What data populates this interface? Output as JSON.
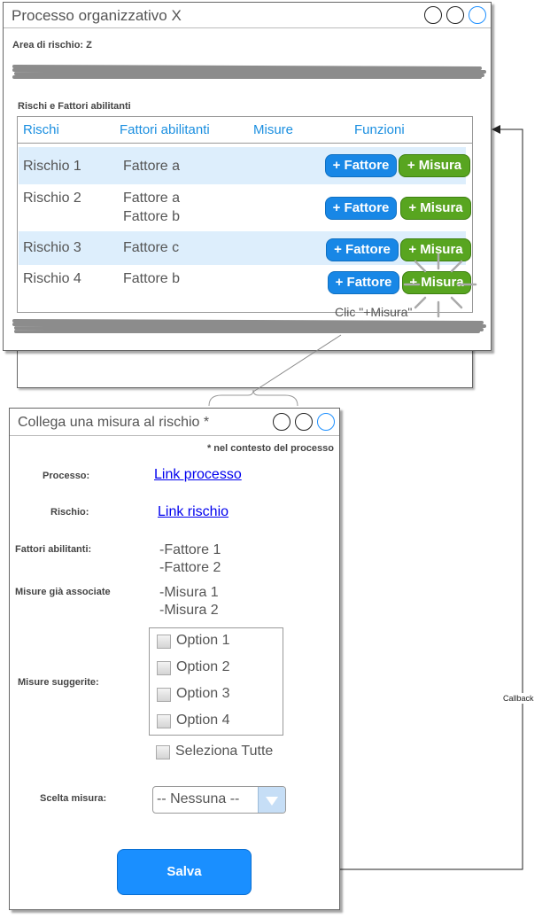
{
  "main_window": {
    "title": "Processo organizzativo X",
    "risk_area": "Area di rischio: Z",
    "section_title": "Rischi e Fattori abilitanti",
    "columns": [
      "Rischi",
      "Fattori abilitanti",
      "Misure",
      "Funzioni"
    ],
    "rows": [
      {
        "risk": "Rischio 1",
        "factors": "Fattore a",
        "factors2": "",
        "highlight": true
      },
      {
        "risk": "Rischio 2",
        "factors": "Fattore a",
        "factors2": "Fattore b",
        "highlight": false
      },
      {
        "risk": "Rischio 3",
        "factors": "Fattore c",
        "factors2": "",
        "highlight": true
      },
      {
        "risk": "Rischio 4",
        "factors": "Fattore b",
        "factors2": "",
        "highlight": false
      }
    ],
    "add_factor_label": "+ Fattore",
    "add_measure_label": "+ Misura",
    "click_note": "Clic \"+Misura\""
  },
  "dialog": {
    "title": "Collega una misura al rischio *",
    "context_note": "* nel contesto del processo",
    "process_label": "Processo:",
    "process_link": "Link processo",
    "risk_label": "Rischio:",
    "risk_link": "Link rischio",
    "factors_label": "Fattori abilitanti:",
    "factors_lines": [
      "-Fattore 1",
      "-Fattore 2"
    ],
    "associated_label": "Misure già associate",
    "associated_lines": [
      "-Misura 1",
      "-Misura 2"
    ],
    "suggested_label": "Misure suggerite:",
    "options": [
      "Option 1",
      "Option 2",
      "Option 3",
      "Option 4"
    ],
    "select_all": "Seleziona Tutte",
    "choice_label": "Scelta misura:",
    "choice_value": "-- Nessuna --",
    "save_label": "Salva"
  },
  "callback_label": "Callback",
  "colors": {
    "link": "#0000ee",
    "header": "#1b8fe0",
    "row_highlight": "#ddeefc",
    "add_factor": "#1887e6",
    "add_measure": "#58a520",
    "save": "#1a8fff"
  }
}
